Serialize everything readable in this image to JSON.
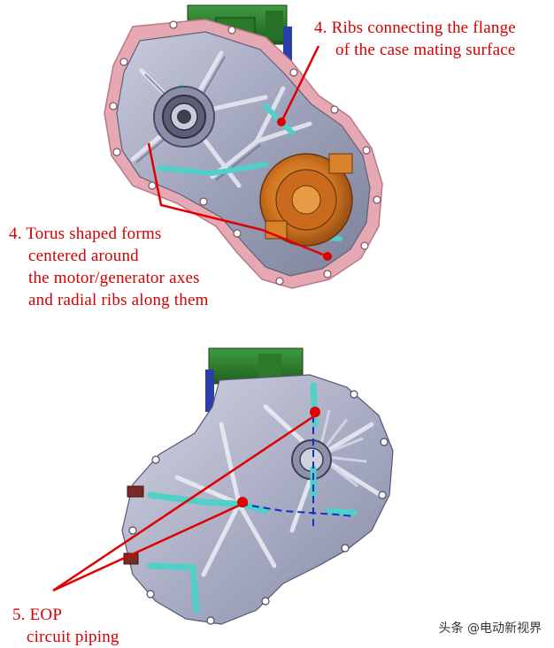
{
  "annotations": {
    "ribs": {
      "line1": "4. Ribs connecting the flange",
      "line2": "of the case mating surface"
    },
    "torus": {
      "line1": "4. Torus shaped forms",
      "line2": "centered around",
      "line3": "the motor/generator axes",
      "line4": "and radial ribs along them"
    },
    "eop": {
      "line1": "5. EOP",
      "line2": "circuit piping"
    }
  },
  "watermark": "头条 @电动新视界",
  "colors": {
    "annotation": "#d40000",
    "flange": "#e6a9b4",
    "case": "#9fa3bd",
    "gear": "#d27a22",
    "mount": "#2f7a2f",
    "pipe": "#4fd0c8"
  }
}
